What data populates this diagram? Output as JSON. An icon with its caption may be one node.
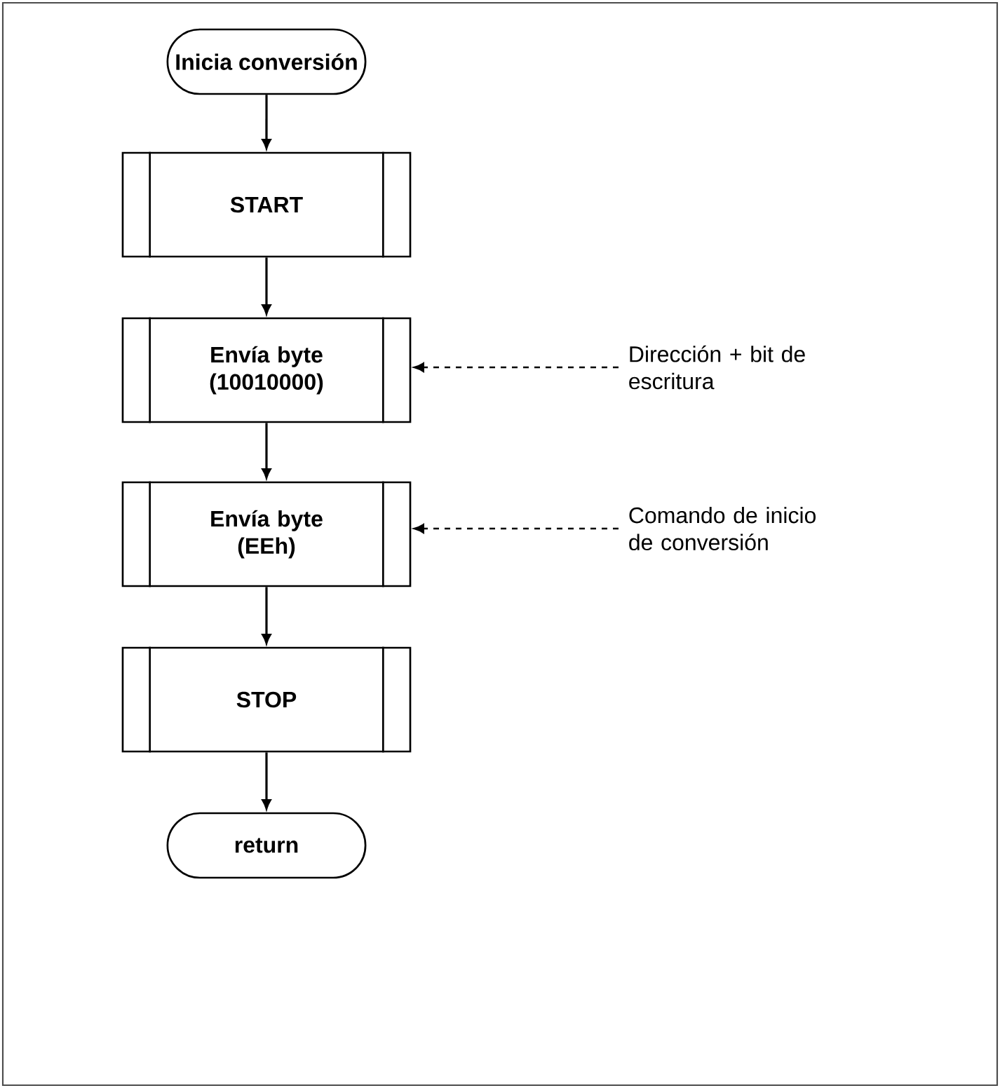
{
  "diagram": {
    "nodes": [
      {
        "text": [
          "Inicia conversión"
        ]
      },
      {
        "text": [
          "START"
        ]
      },
      {
        "text": [
          "Envía byte (10010000)"
        ]
      },
      {
        "text": [
          "Envía byte (EEh)"
        ]
      },
      {
        "text": [
          "STOP"
        ]
      },
      {
        "text": [
          "return"
        ]
      },
      {
        "text": [
          "Dirección + bit de escritura"
        ]
      },
      {
        "text": [
          "Comando de inicio de conversión"
        ]
      }
    ],
    "edges": [
      {
        "from": 0,
        "to": 1,
        "arrow": "to"
      },
      {
        "from": 1,
        "to": 2,
        "arrow": "to"
      },
      {
        "from": 2,
        "to": 3,
        "arrow": "to"
      },
      {
        "from": 3,
        "to": 4,
        "arrow": "to"
      },
      {
        "from": 4,
        "to": 5,
        "arrow": "to"
      },
      {
        "from": 6,
        "to": 2,
        "arrow": "to",
        "style": "dashed"
      },
      {
        "from": 7,
        "to": 3,
        "arrow": "to",
        "style": "dashed"
      }
    ]
  }
}
